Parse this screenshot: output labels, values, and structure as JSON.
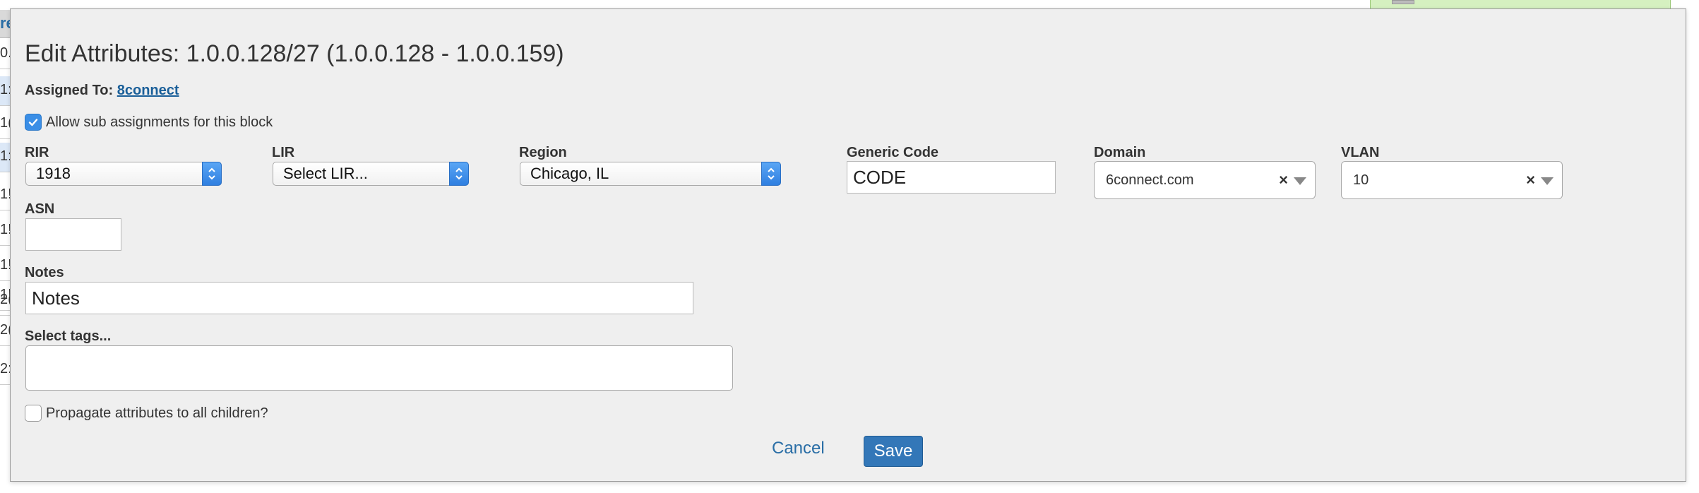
{
  "background": {
    "table_header": "re",
    "table_rows": [
      "0.",
      "1:",
      "1(",
      "1:",
      "1!",
      "1!",
      "1!",
      "1!",
      "2(",
      "2(",
      "2:"
    ]
  },
  "modal": {
    "title": "Edit Attributes: 1.0.0.128/27 (1.0.0.128 - 1.0.0.159)",
    "assigned_label": "Assigned To:",
    "assigned_value": "8connect",
    "allow_sub_label": "Allow sub assignments for this block",
    "allow_sub_checked": true,
    "rir": {
      "label": "RIR",
      "value": "1918"
    },
    "lir": {
      "label": "LIR",
      "value": "Select LIR..."
    },
    "region": {
      "label": "Region",
      "value": "Chicago, IL"
    },
    "generic_code": {
      "label": "Generic Code",
      "value": "CODE"
    },
    "domain": {
      "label": "Domain",
      "value": "6connect.com",
      "clear": "×"
    },
    "vlan": {
      "label": "VLAN",
      "value": "10",
      "clear": "×"
    },
    "asn": {
      "label": "ASN",
      "value": ""
    },
    "notes": {
      "label": "Notes",
      "value": "Notes"
    },
    "tags": {
      "label": "Select tags...",
      "value": ""
    },
    "propagate_label": "Propagate attributes to all children?",
    "propagate_checked": false,
    "cancel_label": "Cancel",
    "save_label": "Save"
  },
  "colors": {
    "modal_bg": "#efefef",
    "link": "#1a5f99",
    "primary_button": "#3377b8",
    "checkbox_on": "#3a8ee6"
  }
}
